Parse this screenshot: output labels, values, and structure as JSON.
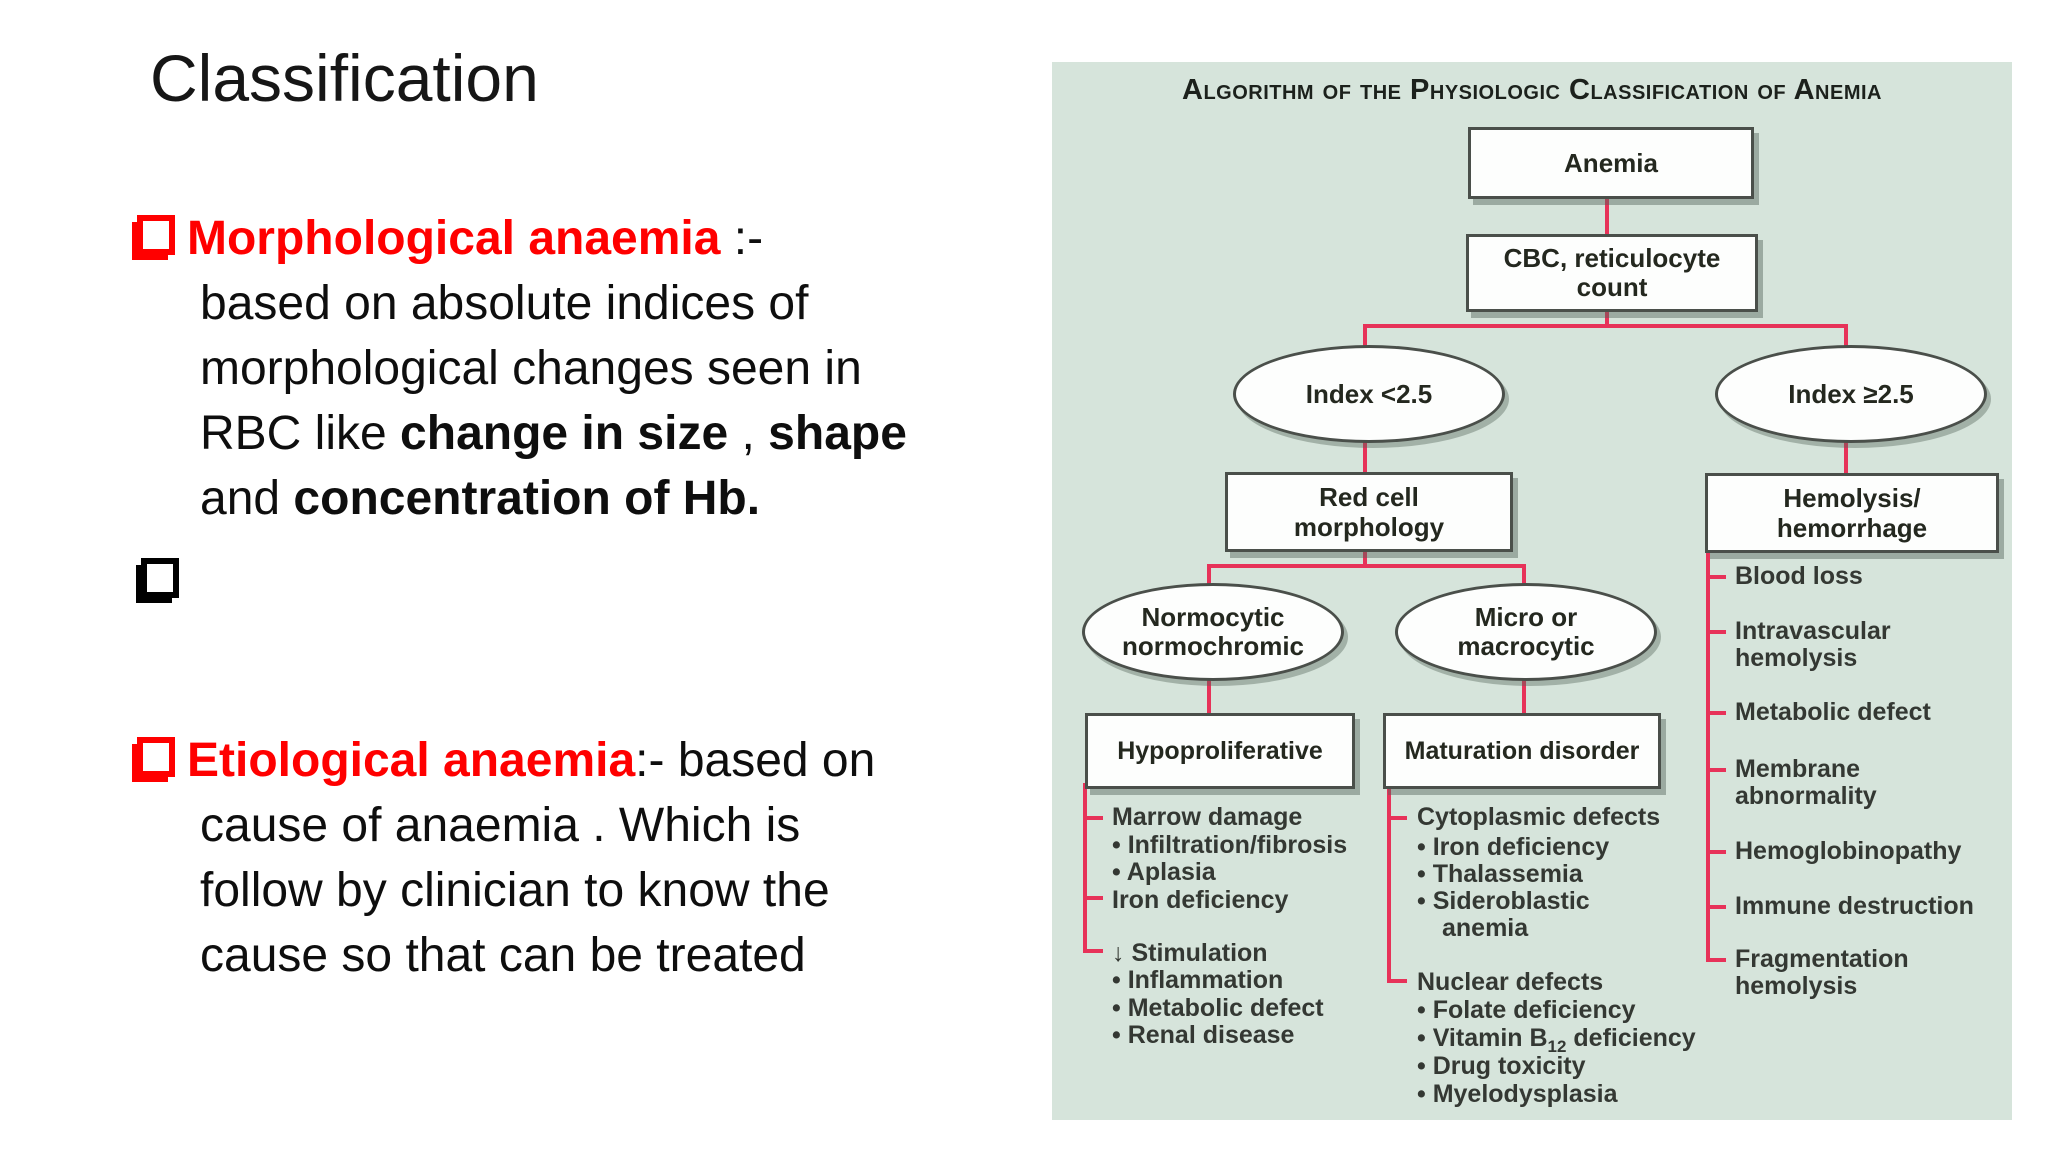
{
  "slide_title": "Classification",
  "left": {
    "b1": {
      "head": "Morphological anaemia",
      "sep": " :-",
      "l2": "based on absolute indices of",
      "l3": "morphological changes seen in",
      "l4a": "RBC like ",
      "l4b": "change in size",
      "l4c": " , ",
      "l4d": "shape",
      "l5a": "and ",
      "l5b": "concentration of Hb",
      "l5c": "."
    },
    "b3": {
      "head": "Etiological anaemia",
      "sep": ":- ",
      "l1b": "based on",
      "l2": "cause of anaemia . Which is",
      "l3": "follow by clinician to know the",
      "l4": "cause so that can be treated"
    }
  },
  "diagram": {
    "title": "Algorithm of the Physiologic Classification of Anemia",
    "colors": {
      "connector": "#e73259",
      "background": "#d6e4db"
    },
    "nodes": {
      "anemia": "Anemia",
      "cbc": "CBC, reticulocyte count",
      "index_lt": "Index <2.5",
      "index_ge": "Index ≥2.5",
      "red_cell_l1": "Red cell",
      "red_cell_l2": "morphology",
      "hemolysis_l1": "Hemolysis/",
      "hemolysis_l2": "hemorrhage",
      "normo_l1": "Normocytic",
      "normo_l2": "normochromic",
      "micro_l1": "Micro or",
      "micro_l2": "macrocytic",
      "hypo": "Hypoproliferative",
      "maturation": "Maturation disorder"
    },
    "hypo_list": [
      "Marrow damage",
      "• Infiltration/fibrosis",
      "• Aplasia",
      "Iron deficiency",
      "↓ Stimulation",
      "• Inflammation",
      "• Metabolic defect",
      "• Renal disease"
    ],
    "maturation_list": [
      "Cytoplasmic defects",
      "• Iron deficiency",
      "• Thalassemia",
      "• Sideroblastic",
      "anemia",
      "Nuclear defects",
      "• Folate deficiency",
      "• Drug toxicity",
      "• Myelodysplasia"
    ],
    "vitamin": {
      "a": "• Vitamin B",
      "sub": "12",
      "b": " deficiency"
    },
    "hemolysis_list": [
      "Blood loss",
      "Intravascular hemolysis",
      "Metabolic defect",
      "Membrane abnormality",
      "Hemoglobinopathy",
      "Immune destruction",
      "Fragmentation hemolysis"
    ]
  }
}
